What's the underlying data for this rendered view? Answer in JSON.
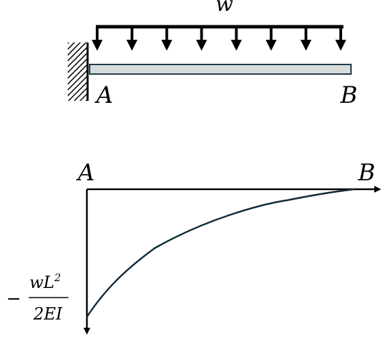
{
  "beam": {
    "load_label": "w",
    "support_label": "A",
    "free_end_label": "B",
    "arrow_count": 8
  },
  "diagram": {
    "start_label": "A",
    "end_label": "B",
    "min_value": {
      "sign": "−",
      "numerator_base": "wL",
      "numerator_exponent": "2",
      "denominator": "2EI"
    }
  },
  "colors": {
    "beam_fill": "#d9dcdc",
    "beam_stroke": "#1c3a4a",
    "curve": "#0f2a3a",
    "ink": "#000000"
  }
}
